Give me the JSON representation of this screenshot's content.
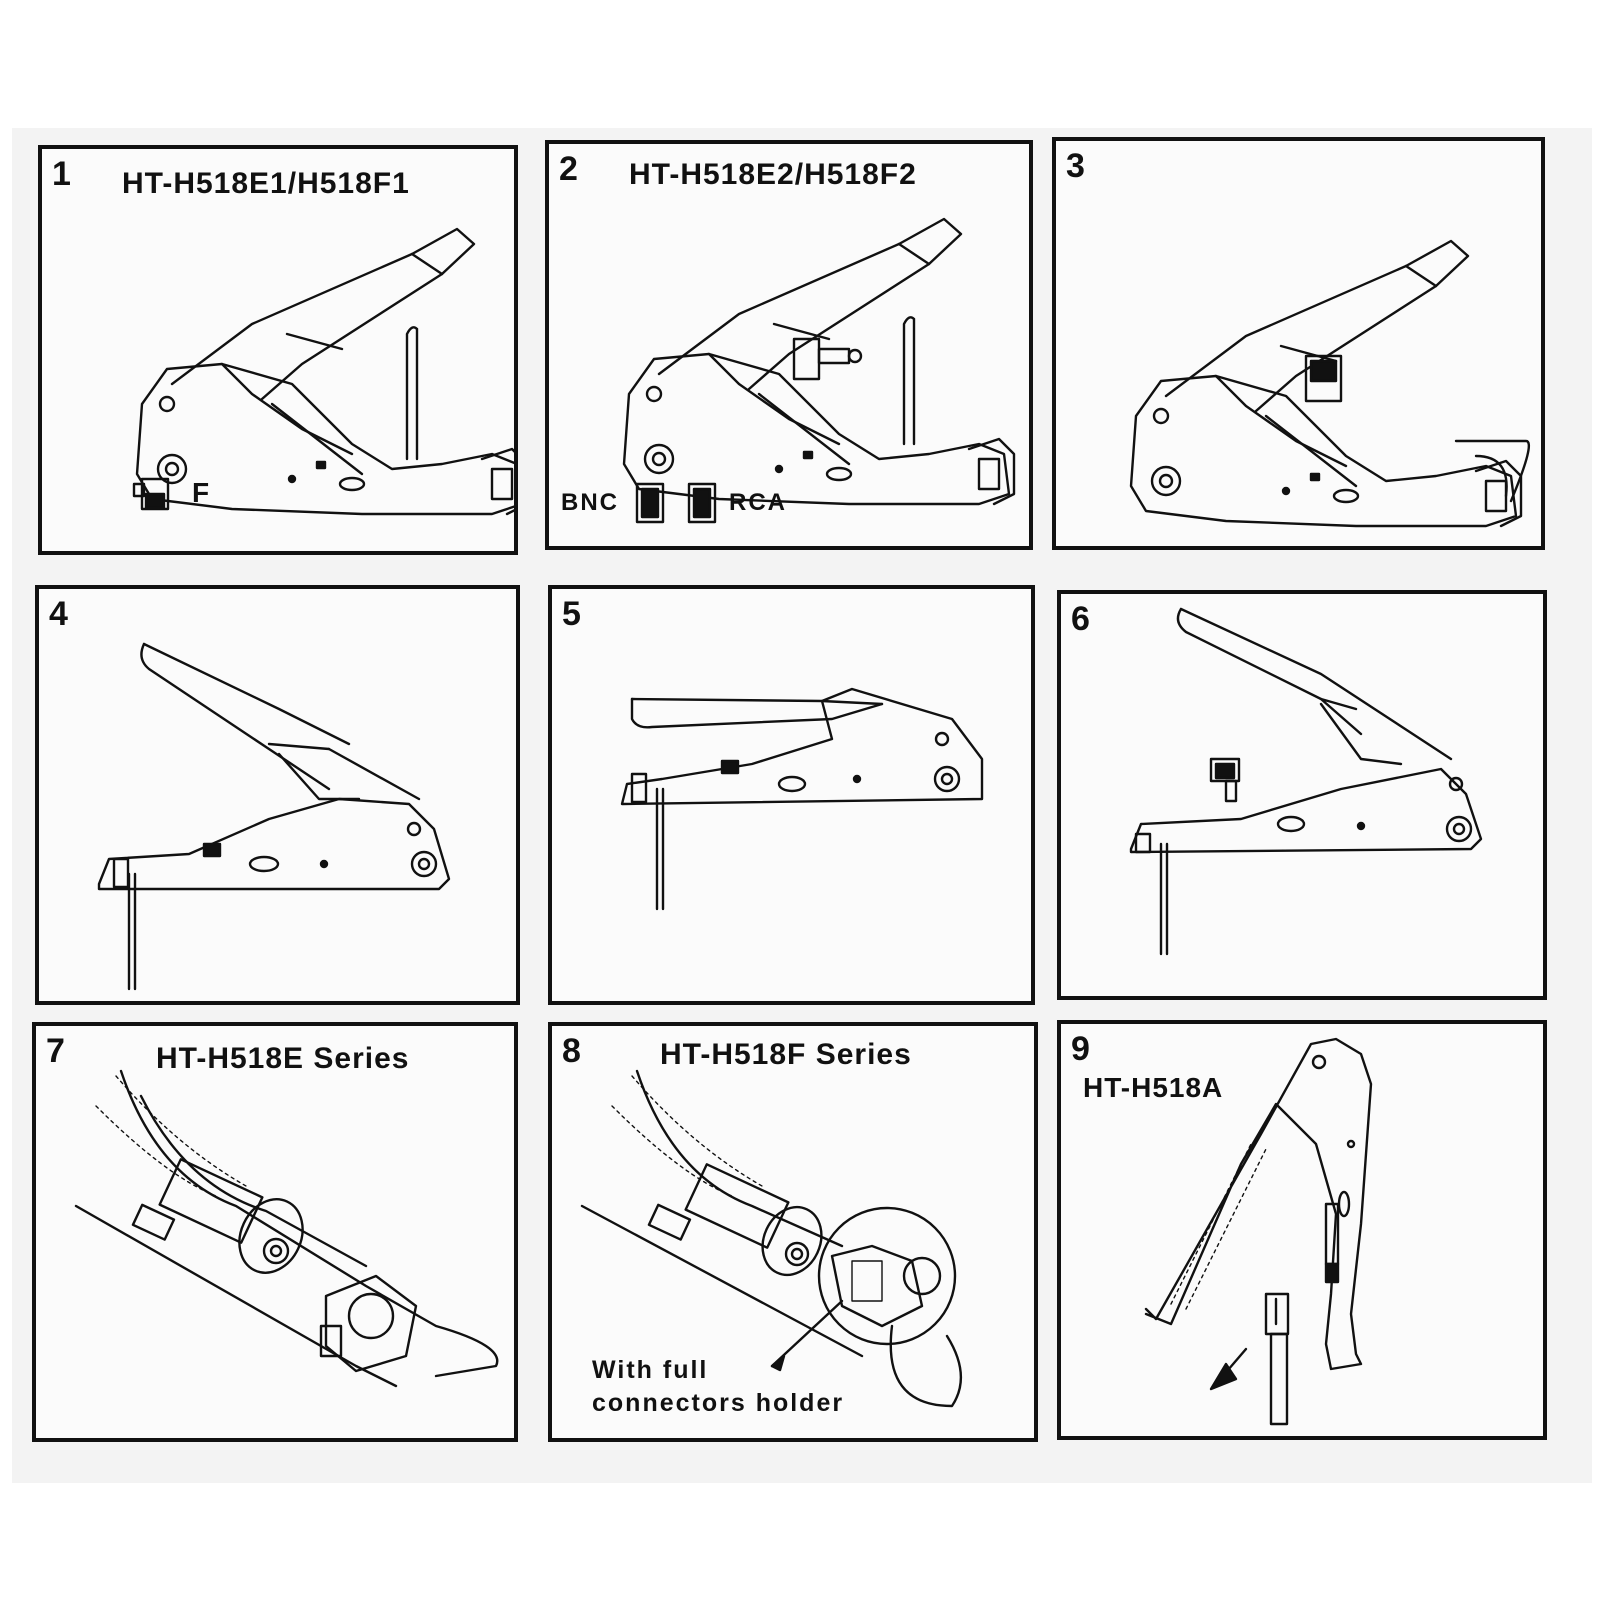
{
  "panels": [
    {
      "number": "1",
      "title": "HT-H518E1/H518F1",
      "connector_labels": [
        "F"
      ]
    },
    {
      "number": "2",
      "title": "HT-H518E2/H518F2",
      "connector_labels": [
        "BNC",
        "RCA"
      ]
    },
    {
      "number": "3",
      "title": ""
    },
    {
      "number": "4",
      "title": ""
    },
    {
      "number": "5",
      "title": ""
    },
    {
      "number": "6",
      "title": ""
    },
    {
      "number": "7",
      "title": "HT-H518E Series"
    },
    {
      "number": "8",
      "title": "HT-H518F Series",
      "callout": [
        "With full",
        "connectors holder"
      ]
    },
    {
      "number": "9",
      "title": "HT-H518A"
    }
  ]
}
